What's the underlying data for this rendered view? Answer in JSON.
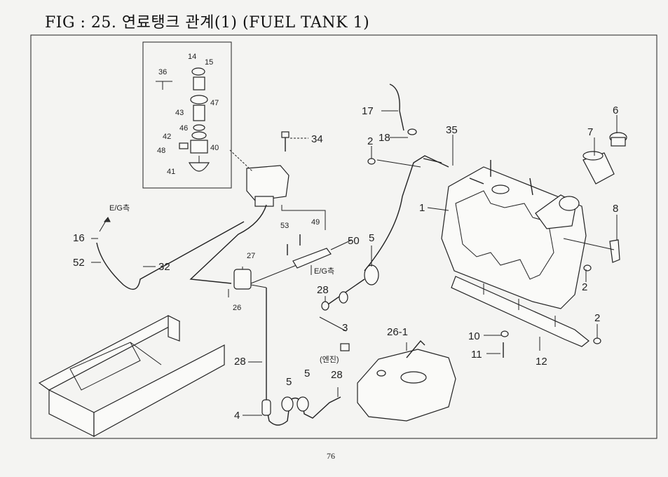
{
  "figure": {
    "title": "FIG : 25. 연료탱크 관계(1) (FUEL TANK 1)",
    "page_number": "76"
  },
  "callouts": [
    {
      "id": "c14",
      "text": "14"
    },
    {
      "id": "c15",
      "text": "15"
    },
    {
      "id": "c36",
      "text": "36"
    },
    {
      "id": "c47",
      "text": "47"
    },
    {
      "id": "c43",
      "text": "43"
    },
    {
      "id": "c46",
      "text": "46"
    },
    {
      "id": "c42",
      "text": "42"
    },
    {
      "id": "c40",
      "text": "40"
    },
    {
      "id": "c48",
      "text": "48"
    },
    {
      "id": "c41",
      "text": "41"
    },
    {
      "id": "c34",
      "text": "34"
    },
    {
      "id": "c17",
      "text": "17"
    },
    {
      "id": "c18",
      "text": "18"
    },
    {
      "id": "c35",
      "text": "35"
    },
    {
      "id": "c2a",
      "text": "2"
    },
    {
      "id": "c6",
      "text": "6"
    },
    {
      "id": "c7",
      "text": "7"
    },
    {
      "id": "c1",
      "text": "1"
    },
    {
      "id": "c8",
      "text": "8"
    },
    {
      "id": "c2b",
      "text": "2"
    },
    {
      "id": "c2c",
      "text": "2"
    },
    {
      "id": "c10",
      "text": "10"
    },
    {
      "id": "c11",
      "text": "11"
    },
    {
      "id": "c12",
      "text": "12"
    },
    {
      "id": "c16",
      "text": "16"
    },
    {
      "id": "c52",
      "text": "52"
    },
    {
      "id": "c32",
      "text": "32"
    },
    {
      "id": "c53",
      "text": "53"
    },
    {
      "id": "c49",
      "text": "49"
    },
    {
      "id": "c50",
      "text": "50"
    },
    {
      "id": "c27",
      "text": "27"
    },
    {
      "id": "c5a",
      "text": "5"
    },
    {
      "id": "c26",
      "text": "26"
    },
    {
      "id": "c28a",
      "text": "28"
    },
    {
      "id": "c3",
      "text": "3"
    },
    {
      "id": "c26-1",
      "text": "26-1"
    },
    {
      "id": "c28b",
      "text": "28"
    },
    {
      "id": "c5b",
      "text": "5"
    },
    {
      "id": "c5c",
      "text": "5"
    },
    {
      "id": "c28c",
      "text": "28"
    },
    {
      "id": "c4",
      "text": "4"
    }
  ],
  "annotations": {
    "eg_side_1": "E/G측",
    "eg_side_2": "E/G측",
    "engine_side": "(엔진)"
  }
}
